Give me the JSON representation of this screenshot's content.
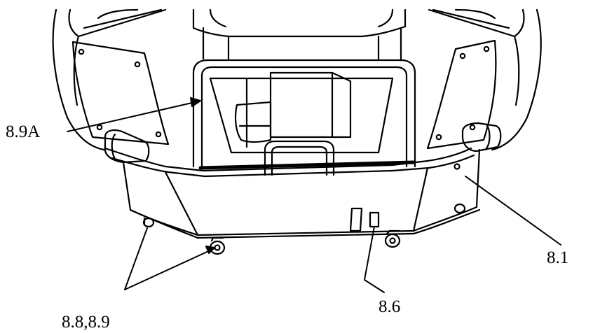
{
  "diagram": {
    "callouts": [
      {
        "id": "8.9A",
        "label": "8.9A"
      },
      {
        "id": "8.1",
        "label": "8.1"
      },
      {
        "id": "8.6",
        "label": "8.6"
      },
      {
        "id": "8.8,8.9",
        "label": "8.8,8.9"
      }
    ],
    "colors": {
      "line": "#000000",
      "background": "#ffffff"
    }
  }
}
